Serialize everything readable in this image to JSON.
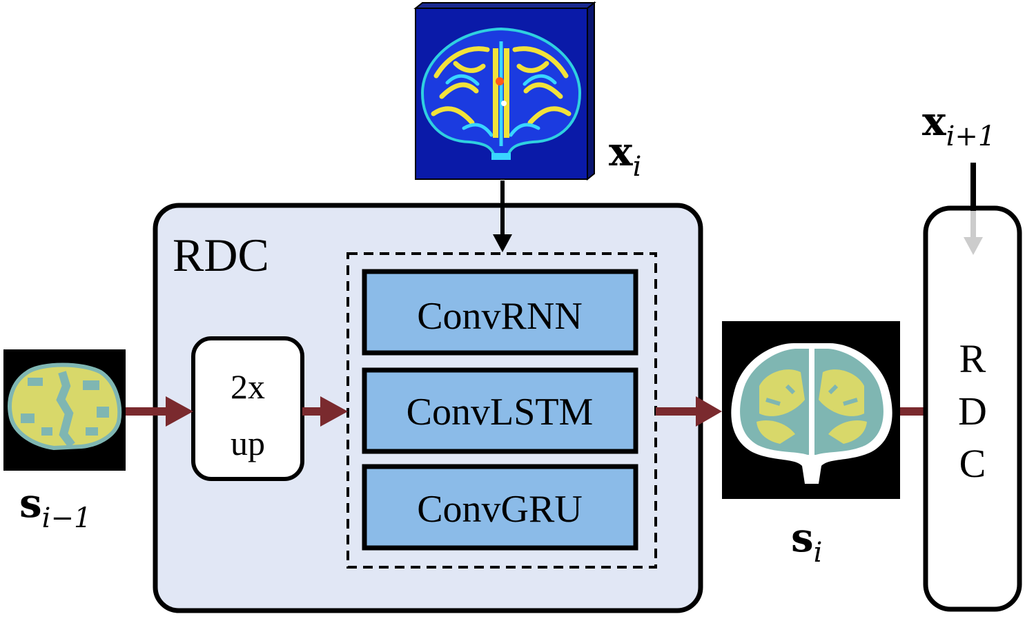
{
  "rdc_panel": {
    "title": "RDC"
  },
  "upsample": {
    "line1": "2x",
    "line2": "up"
  },
  "cells": [
    "ConvRNN",
    "ConvLSTM",
    "ConvGRU"
  ],
  "next_rdc": {
    "letters": [
      "R",
      "D",
      "C"
    ]
  },
  "labels": {
    "x_i": {
      "base": "x",
      "sub": "i"
    },
    "x_next": {
      "base": "x",
      "sub": "i+1"
    },
    "s_prev": {
      "base": "s",
      "sub": "i−1"
    },
    "s_i": {
      "base": "s",
      "sub": "i"
    }
  },
  "colors": {
    "panel_fill": "#e1e7f5",
    "cell_fill": "#8bbbe8",
    "arrow_main": "#7a2a2e",
    "arrow_faded": "#e3cccc",
    "arrow_gray": "#cccccc",
    "brain_bg": "#0a1aa8",
    "seg_yellow": "#d8d86a",
    "seg_teal": "#7fb6b2"
  },
  "icons": [
    "mri-brain-image",
    "segmentation-prev-image",
    "segmentation-current-image"
  ]
}
